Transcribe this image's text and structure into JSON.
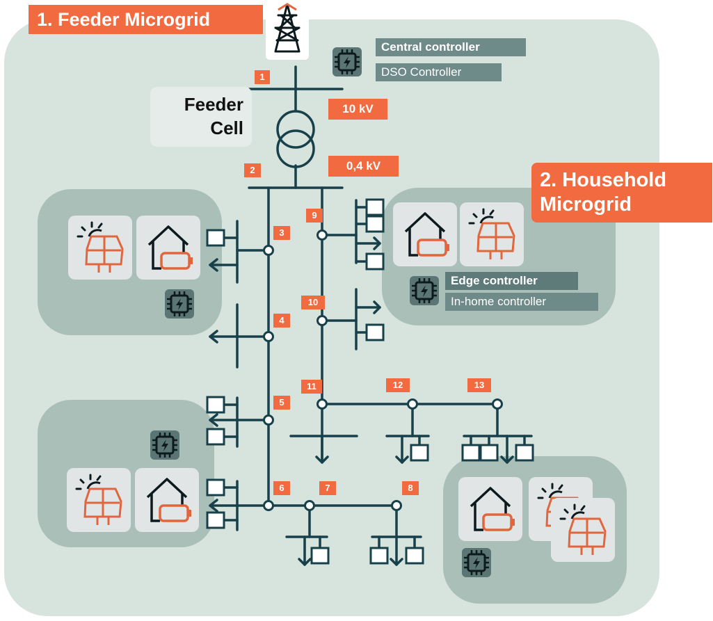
{
  "titles": {
    "feeder_microgrid": "1. Feeder Microgrid",
    "household_microgrid_line1": "2. Household",
    "household_microgrid_line2": "Microgrid"
  },
  "feeder_cell": {
    "line1": "Feeder",
    "line2": "Cell"
  },
  "central_controller": {
    "title": "Central controller",
    "subtitle": "DSO Controller"
  },
  "edge_controller": {
    "title": "Edge controller",
    "subtitle": "In-home controller"
  },
  "voltages": {
    "high": "10 kV",
    "low": "0,4 kV"
  },
  "bus_labels": [
    "1",
    "2",
    "3",
    "4",
    "5",
    "6",
    "7",
    "8",
    "9",
    "10",
    "11",
    "12",
    "13"
  ],
  "colors": {
    "accent": "#f26a3f",
    "grid_line": "#17404a",
    "background_area": "#d7e3dd",
    "cluster": "#aabfb8",
    "tile": "#e2e5e6",
    "controller_label": "#6e8a89",
    "controller_label_dark": "#5e7b7a"
  },
  "icons": [
    "transmission-tower-icon",
    "controller-chip-icon",
    "solar-panel-icon",
    "house-battery-icon",
    "load-arrow-icon",
    "meter-box-icon"
  ]
}
